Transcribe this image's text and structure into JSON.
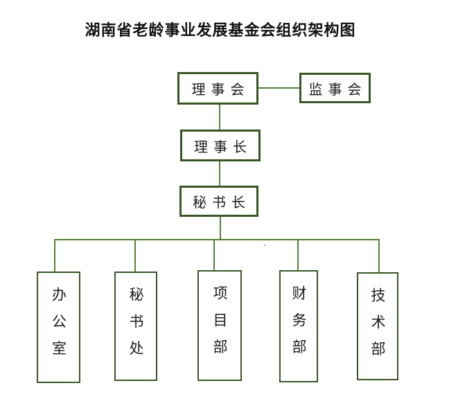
{
  "title": "湖南省老龄事业发展基金会组织架构图",
  "diagram": {
    "type": "org-chart",
    "nodes": {
      "board": {
        "label": "理事会"
      },
      "supervisory": {
        "label": "监事会"
      },
      "chairman": {
        "label": "理事长"
      },
      "secretary_general": {
        "label": "秘书长"
      }
    },
    "departments": [
      {
        "label": "办公室"
      },
      {
        "label": "秘书处"
      },
      {
        "label": "项目部"
      },
      {
        "label": "财务部"
      },
      {
        "label": "技术部"
      }
    ],
    "edges": [
      {
        "from": "理事会",
        "to": "监事会",
        "style": "lateral"
      },
      {
        "from": "理事会",
        "to": "理事长",
        "style": "vertical"
      },
      {
        "from": "理事长",
        "to": "秘书长",
        "style": "vertical"
      },
      {
        "from": "秘书长",
        "to": "办公室",
        "style": "bus"
      },
      {
        "from": "秘书长",
        "to": "秘书处",
        "style": "bus"
      },
      {
        "from": "秘书长",
        "to": "项目部",
        "style": "bus"
      },
      {
        "from": "秘书长",
        "to": "财务部",
        "style": "bus"
      },
      {
        "from": "秘书长",
        "to": "技术部",
        "style": "bus"
      }
    ],
    "colors": {
      "box_border_dark_green": "#375623",
      "connector_green": "#538135",
      "text": "#1c1c1c",
      "background": "#ffffff",
      "stray_dot_blue": "#7096d8"
    }
  }
}
